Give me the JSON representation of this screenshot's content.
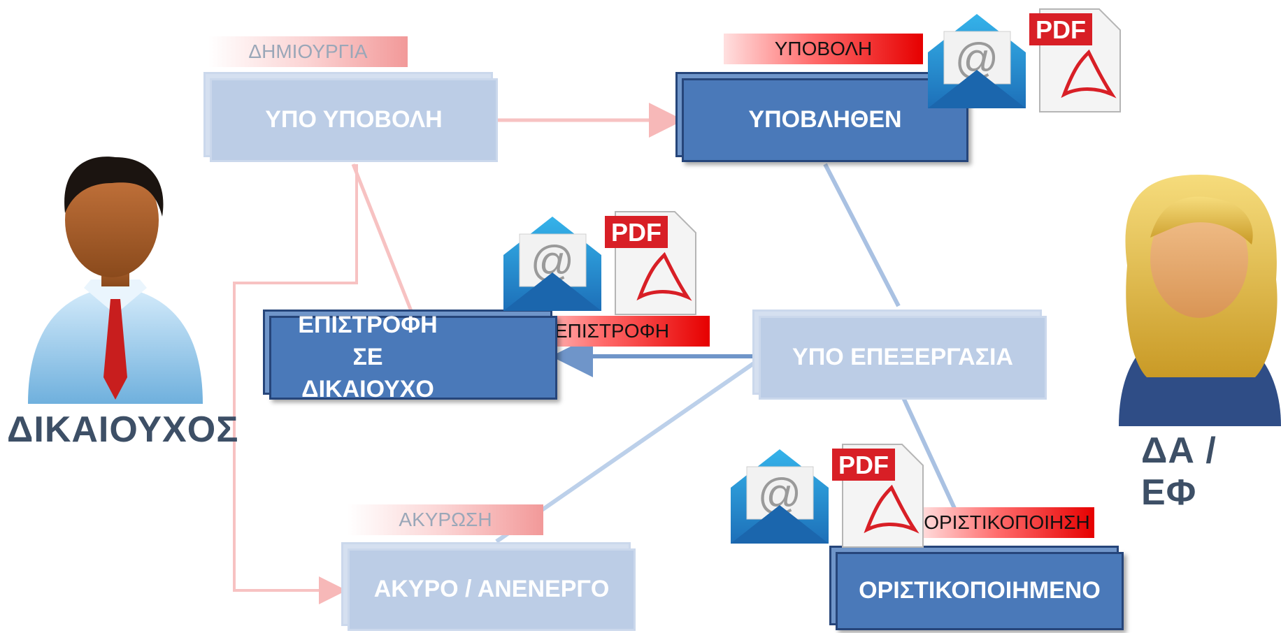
{
  "roles": {
    "beneficiary": "ΔΙΚΑΙΟΥΧΟΣ",
    "authority": "ΔΑ / ΕΦ"
  },
  "states": {
    "draft": "ΥΠΟ ΥΠΟΒΟΛΗ",
    "submitted": "ΥΠΟΒΛΗΘΕΝ",
    "returned": "ΕΠΙΣΤΡΟΦΗ ΣΕ ΔΙΚΑΙΟΥΧΟ",
    "processing": "ΥΠΟ ΕΠΕΞΕΡΓΑΣΙΑ",
    "cancelled": "ΑΚΥΡΟ / ΑΝΕΝΕΡΓΟ",
    "finalized": "ΟΡΙΣΤΙΚΟΠΟΙΗΜΕΝΟ"
  },
  "actions": {
    "create": "ΔΗΜΙΟΥΡΓΙΑ",
    "submit": "ΥΠΟΒΟΛΗ",
    "return": "ΕΠΙΣΤΡΟΦΗ",
    "cancel": "ΑΚΥΡΩΣΗ",
    "finalize": "ΟΡΙΣΤΙΚΟΠΟΙΗΣΗ"
  },
  "icons": {
    "email": "email-envelope-icon",
    "pdf": "pdf-document-icon",
    "pdf_label": "PDF",
    "at_sign": "@"
  },
  "colors": {
    "active_box": "#4a79b9",
    "inactive_box": "#bccde6",
    "action_tag": "#e60000",
    "role_text": "#3d4f66"
  }
}
